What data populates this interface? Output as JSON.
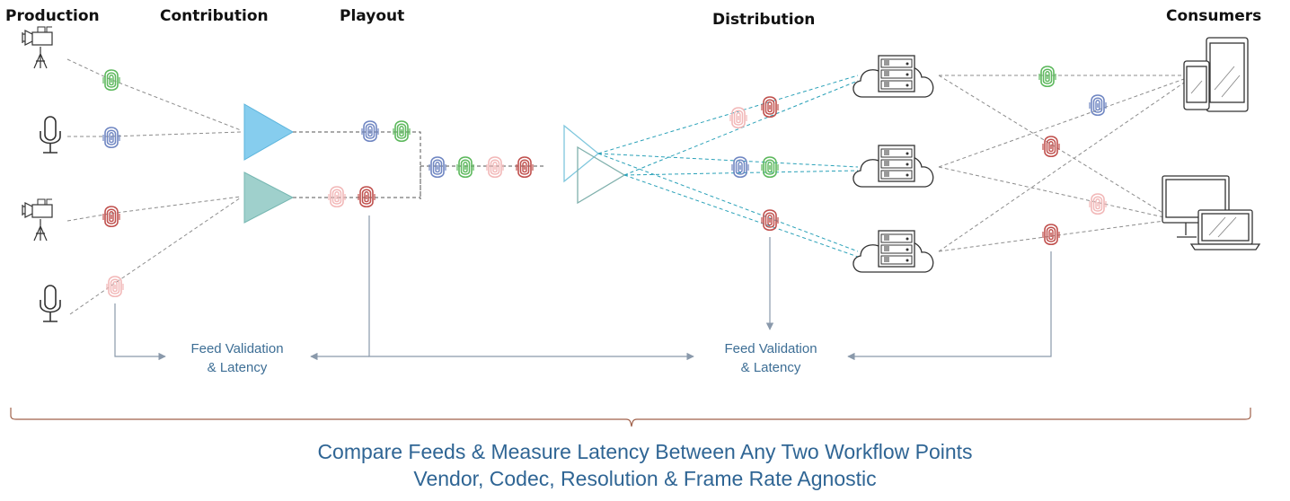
{
  "headers": {
    "production": "Production",
    "contribution": "Contribution",
    "playout": "Playout",
    "distribution": "Distribution",
    "consumers": "Consumers"
  },
  "validation_left": {
    "line1": "Feed Validation",
    "line2": "& Latency"
  },
  "validation_right": {
    "line1": "Feed Validation",
    "line2": "& Latency"
  },
  "caption": {
    "line1": "Compare Feeds & Measure Latency Between Any Two Workflow Points",
    "line2": "Vendor, Codec, Resolution & Frame Rate Agnostic"
  },
  "colors": {
    "fp_green": "#5cb85c",
    "fp_blue": "#6f86c2",
    "fp_red": "#c0504d",
    "fp_pink": "#f2b8b8",
    "tri_blue": "#86cdee",
    "tri_teal": "#9fd0cc",
    "cyan_dash": "#2aa1b8",
    "grey_dash": "#8c8c8c",
    "arrow": "#8a99ab",
    "brace": "#a0614a",
    "caption": "#2f6594"
  },
  "icons": [
    "camera-icon",
    "microphone-icon",
    "triangle-encoder-icon",
    "fingerprint-icon",
    "server-cloud-icon",
    "tablet-phone-icon",
    "monitor-laptop-icon"
  ]
}
